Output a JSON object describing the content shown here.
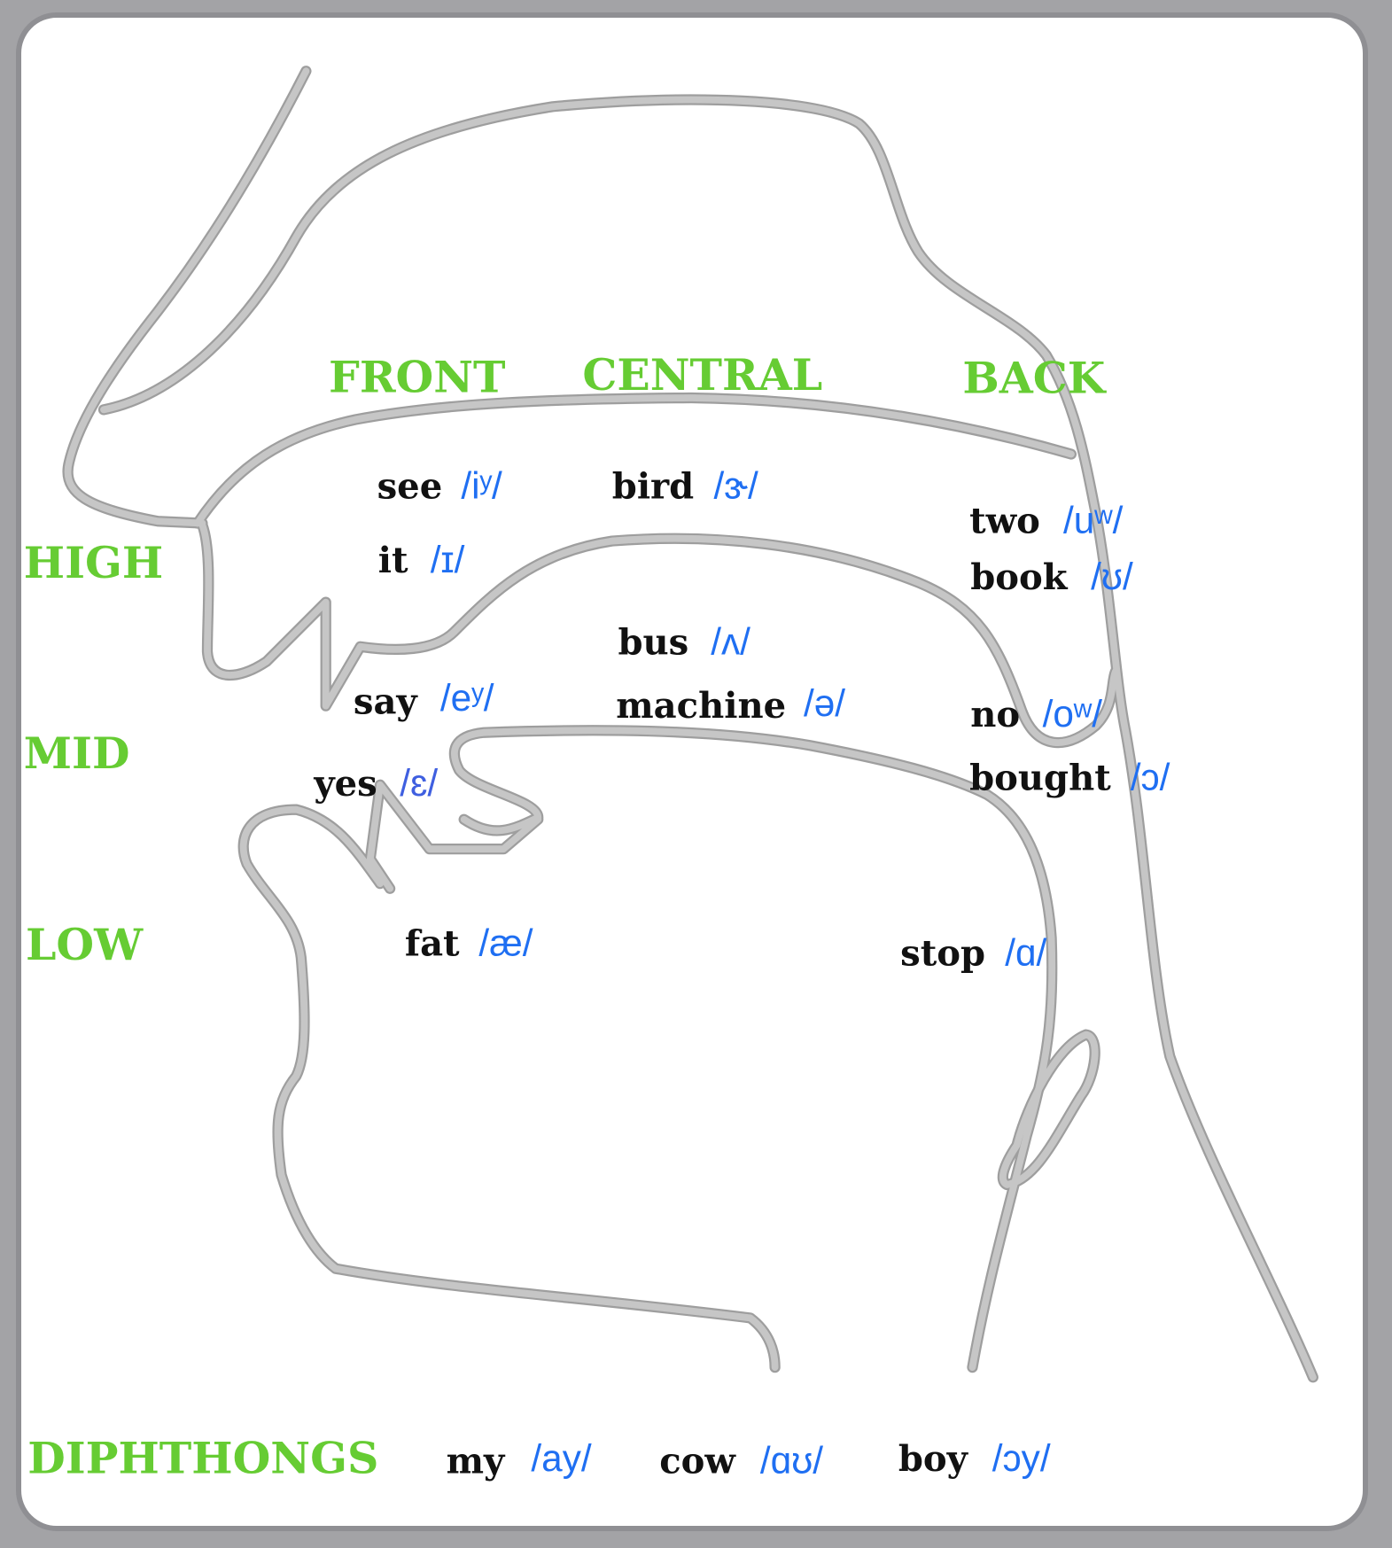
{
  "columns": {
    "front": "FRONT",
    "central": "CENTRAL",
    "back": "BACK"
  },
  "rows": {
    "high": "HIGH",
    "mid": "MID",
    "low": "LOW",
    "diphthongs": "DIPHTHONGS"
  },
  "vowels": [
    {
      "word": "see",
      "ipa": "/iʸ/"
    },
    {
      "word": "it",
      "ipa": "/ɪ/"
    },
    {
      "word": "say",
      "ipa": "/eʸ/"
    },
    {
      "word": "yes",
      "ipa": "/ɛ/"
    },
    {
      "word": "fat",
      "ipa": "/æ/"
    },
    {
      "word": "bird",
      "ipa": "/ɝ/"
    },
    {
      "word": "bus",
      "ipa": "/ʌ/"
    },
    {
      "word": "machine",
      "ipa": "/ə/"
    },
    {
      "word": "two",
      "ipa": "/uʷ/"
    },
    {
      "word": "book",
      "ipa": "/ʊ/"
    },
    {
      "word": "no",
      "ipa": "/oʷ/"
    },
    {
      "word": "bought",
      "ipa": "/ɔ/"
    },
    {
      "word": "stop",
      "ipa": "/ɑ/"
    }
  ],
  "diphthongs": [
    {
      "word": "my",
      "ipa": "/ay/"
    },
    {
      "word": "cow",
      "ipa": "/ɑʊ/"
    },
    {
      "word": "boy",
      "ipa": "/ɔy/"
    }
  ],
  "colors": {
    "header": "#66cc33",
    "ipa": "#1f6ff2",
    "outline": "#c6c6c6",
    "frame": "#8f8f93"
  }
}
